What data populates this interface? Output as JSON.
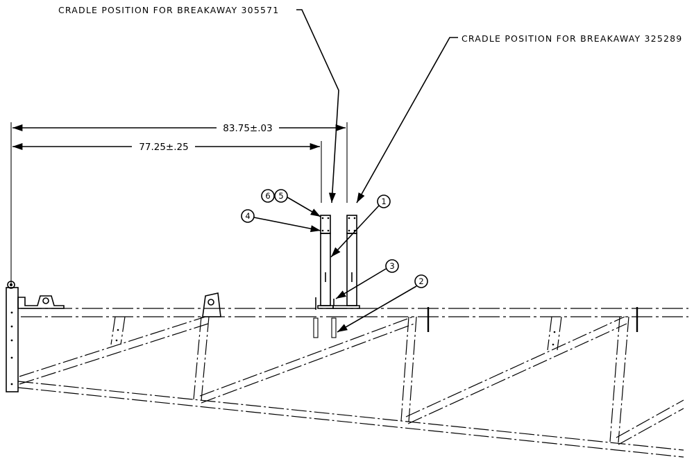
{
  "notes": {
    "cradle_305571": "CRADLE POSITION FOR BREAKAWAY 305571",
    "cradle_325289": "CRADLE POSITION FOR BREAKAWAY 325289"
  },
  "dimensions": {
    "dim_long": "83.75±.03",
    "dim_short": "77.25±.25"
  },
  "callouts": {
    "item_1": "1",
    "item_2": "2",
    "item_3": "3",
    "item_4": "4",
    "item_5": "5",
    "item_6": "6"
  }
}
